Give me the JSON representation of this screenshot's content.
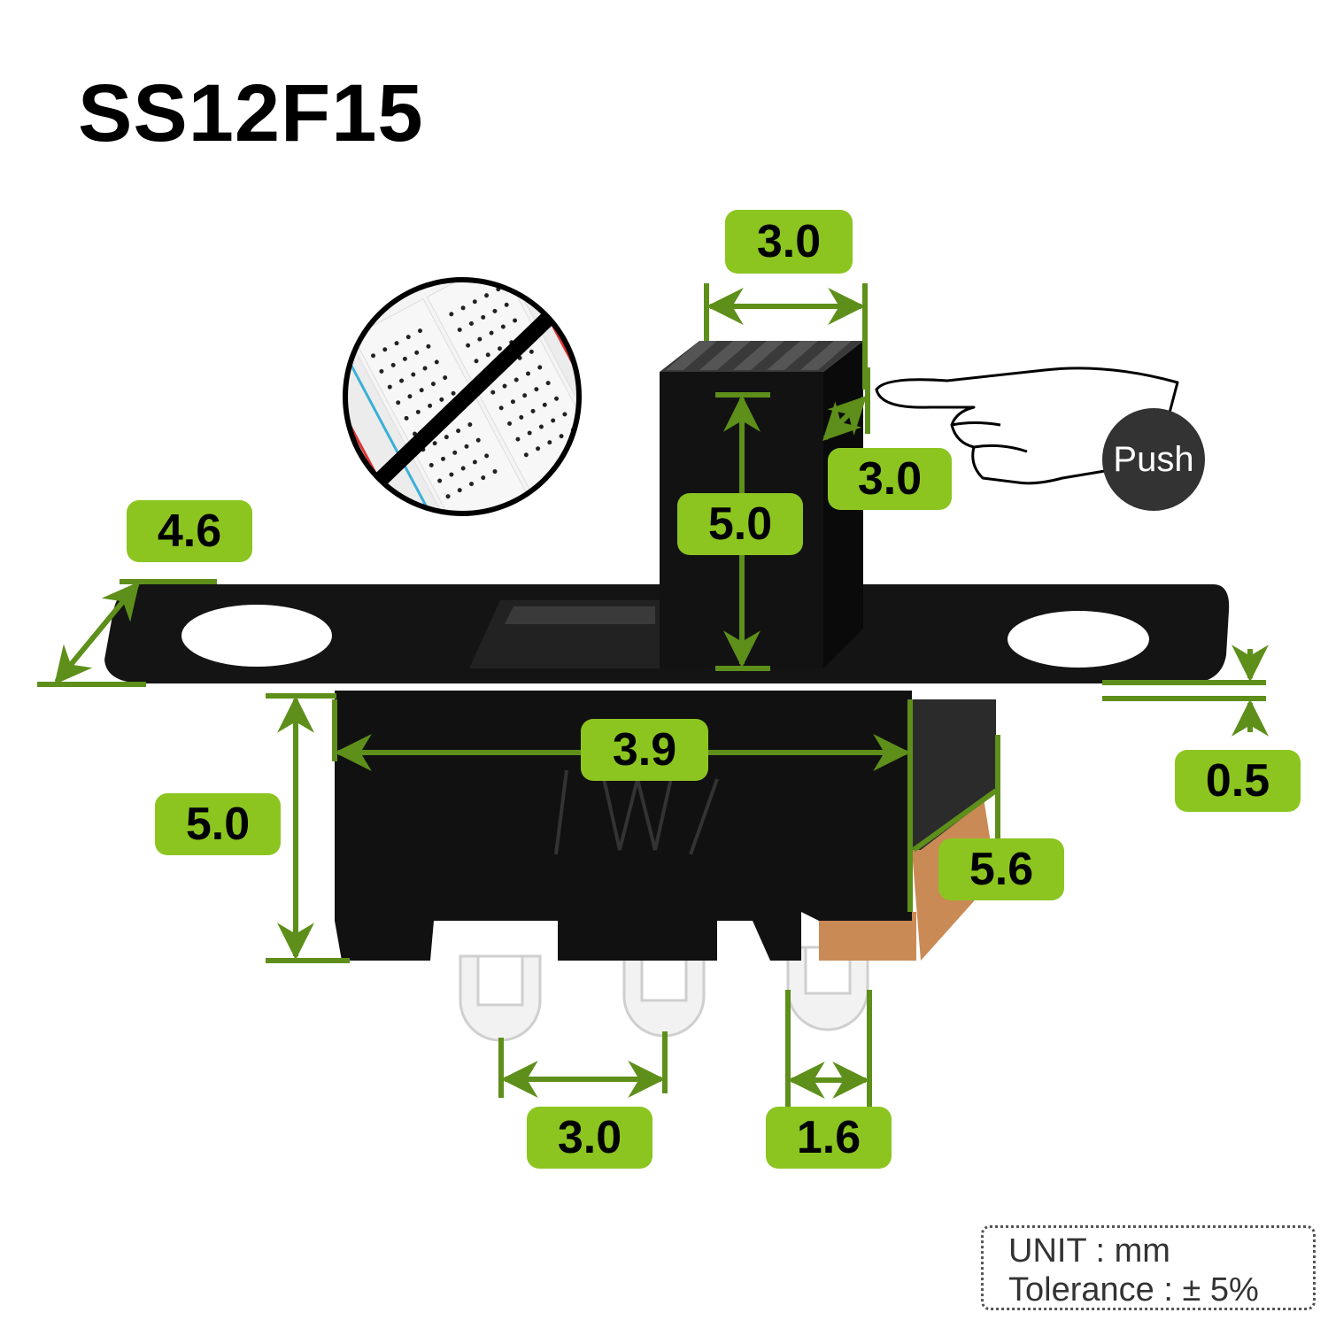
{
  "title": "SS12F15",
  "dimensions": {
    "actuator_width": "3.0",
    "actuator_depth": "3.0",
    "actuator_height": "5.0",
    "plate_depth": "4.6",
    "plate_thickness": "0.5",
    "body_width": "3.9",
    "body_height": "5.0",
    "body_depth": "5.6",
    "pin_pitch": "3.0",
    "pin_width": "1.6"
  },
  "push_label": "Push",
  "unit": {
    "line1": "UNIT : mm",
    "line2": "Tolerance : ± 5%"
  },
  "icons": {
    "breadboard": "no-breadboard-icon",
    "hand": "pointing-hand-icon"
  },
  "colors": {
    "label_bg": "#8cc520",
    "dim_line": "#5e8f1a",
    "switch_body": "#111111",
    "base": "#c98a55",
    "pins": "#e8e8e8",
    "push_badge": "#333333"
  }
}
